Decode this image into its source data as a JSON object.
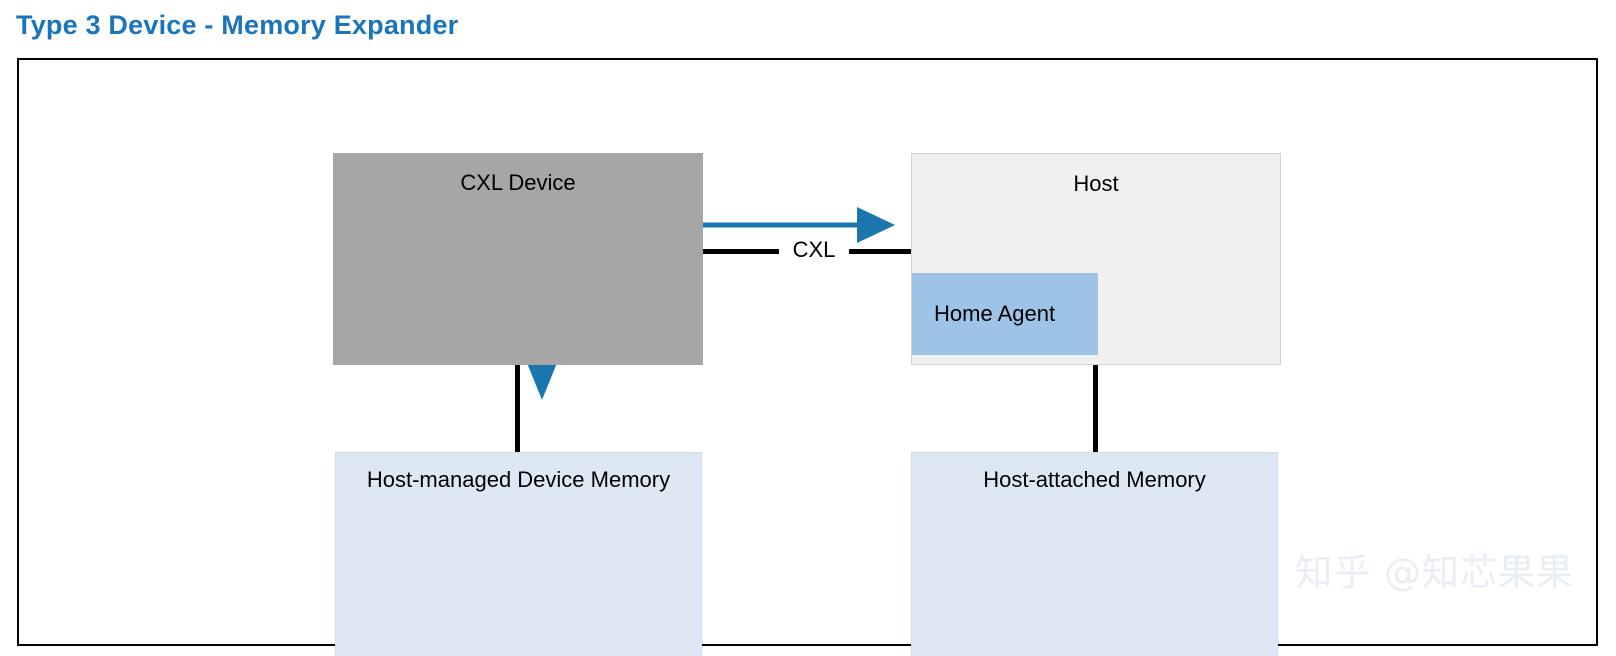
{
  "title": "Type 3 Device - Memory Expander",
  "watermark": "知乎 @知芯果果",
  "colors": {
    "title_blue": "#1b75bb",
    "device_grey": "#a6a6a6",
    "host_grey": "#f0f0f0",
    "home_agent_blue": "#9dc3e6",
    "memory_blue": "#dde8f3",
    "arrow_blue": "#1b76ad",
    "line_black": "#000000",
    "frame_black": "#000000"
  },
  "diagram": {
    "type": "block-diagram",
    "nodes": [
      {
        "id": "cxl-device",
        "label": "CXL Device"
      },
      {
        "id": "host",
        "label": "Host"
      },
      {
        "id": "home-agent",
        "label": "Home Agent"
      },
      {
        "id": "hdm",
        "label": "Host-managed Device Memory"
      },
      {
        "id": "ham",
        "label": "Host-attached Memory"
      }
    ],
    "links": [
      {
        "id": "cxl-link",
        "label": "CXL",
        "from": "cxl-device",
        "to": "host",
        "style": "black-line"
      },
      {
        "id": "device-mem",
        "label": "",
        "from": "cxl-device",
        "to": "hdm",
        "style": "black-line"
      },
      {
        "id": "host-mem",
        "label": "",
        "from": "host",
        "to": "ham",
        "style": "black-line"
      },
      {
        "id": "flow-to-ha",
        "label": "",
        "from": "cxl-device",
        "to": "home-agent",
        "style": "blue-arrow"
      },
      {
        "id": "flow-to-hdm",
        "label": "",
        "from": "cxl-device",
        "to": "hdm",
        "style": "blue-arrow"
      }
    ]
  }
}
